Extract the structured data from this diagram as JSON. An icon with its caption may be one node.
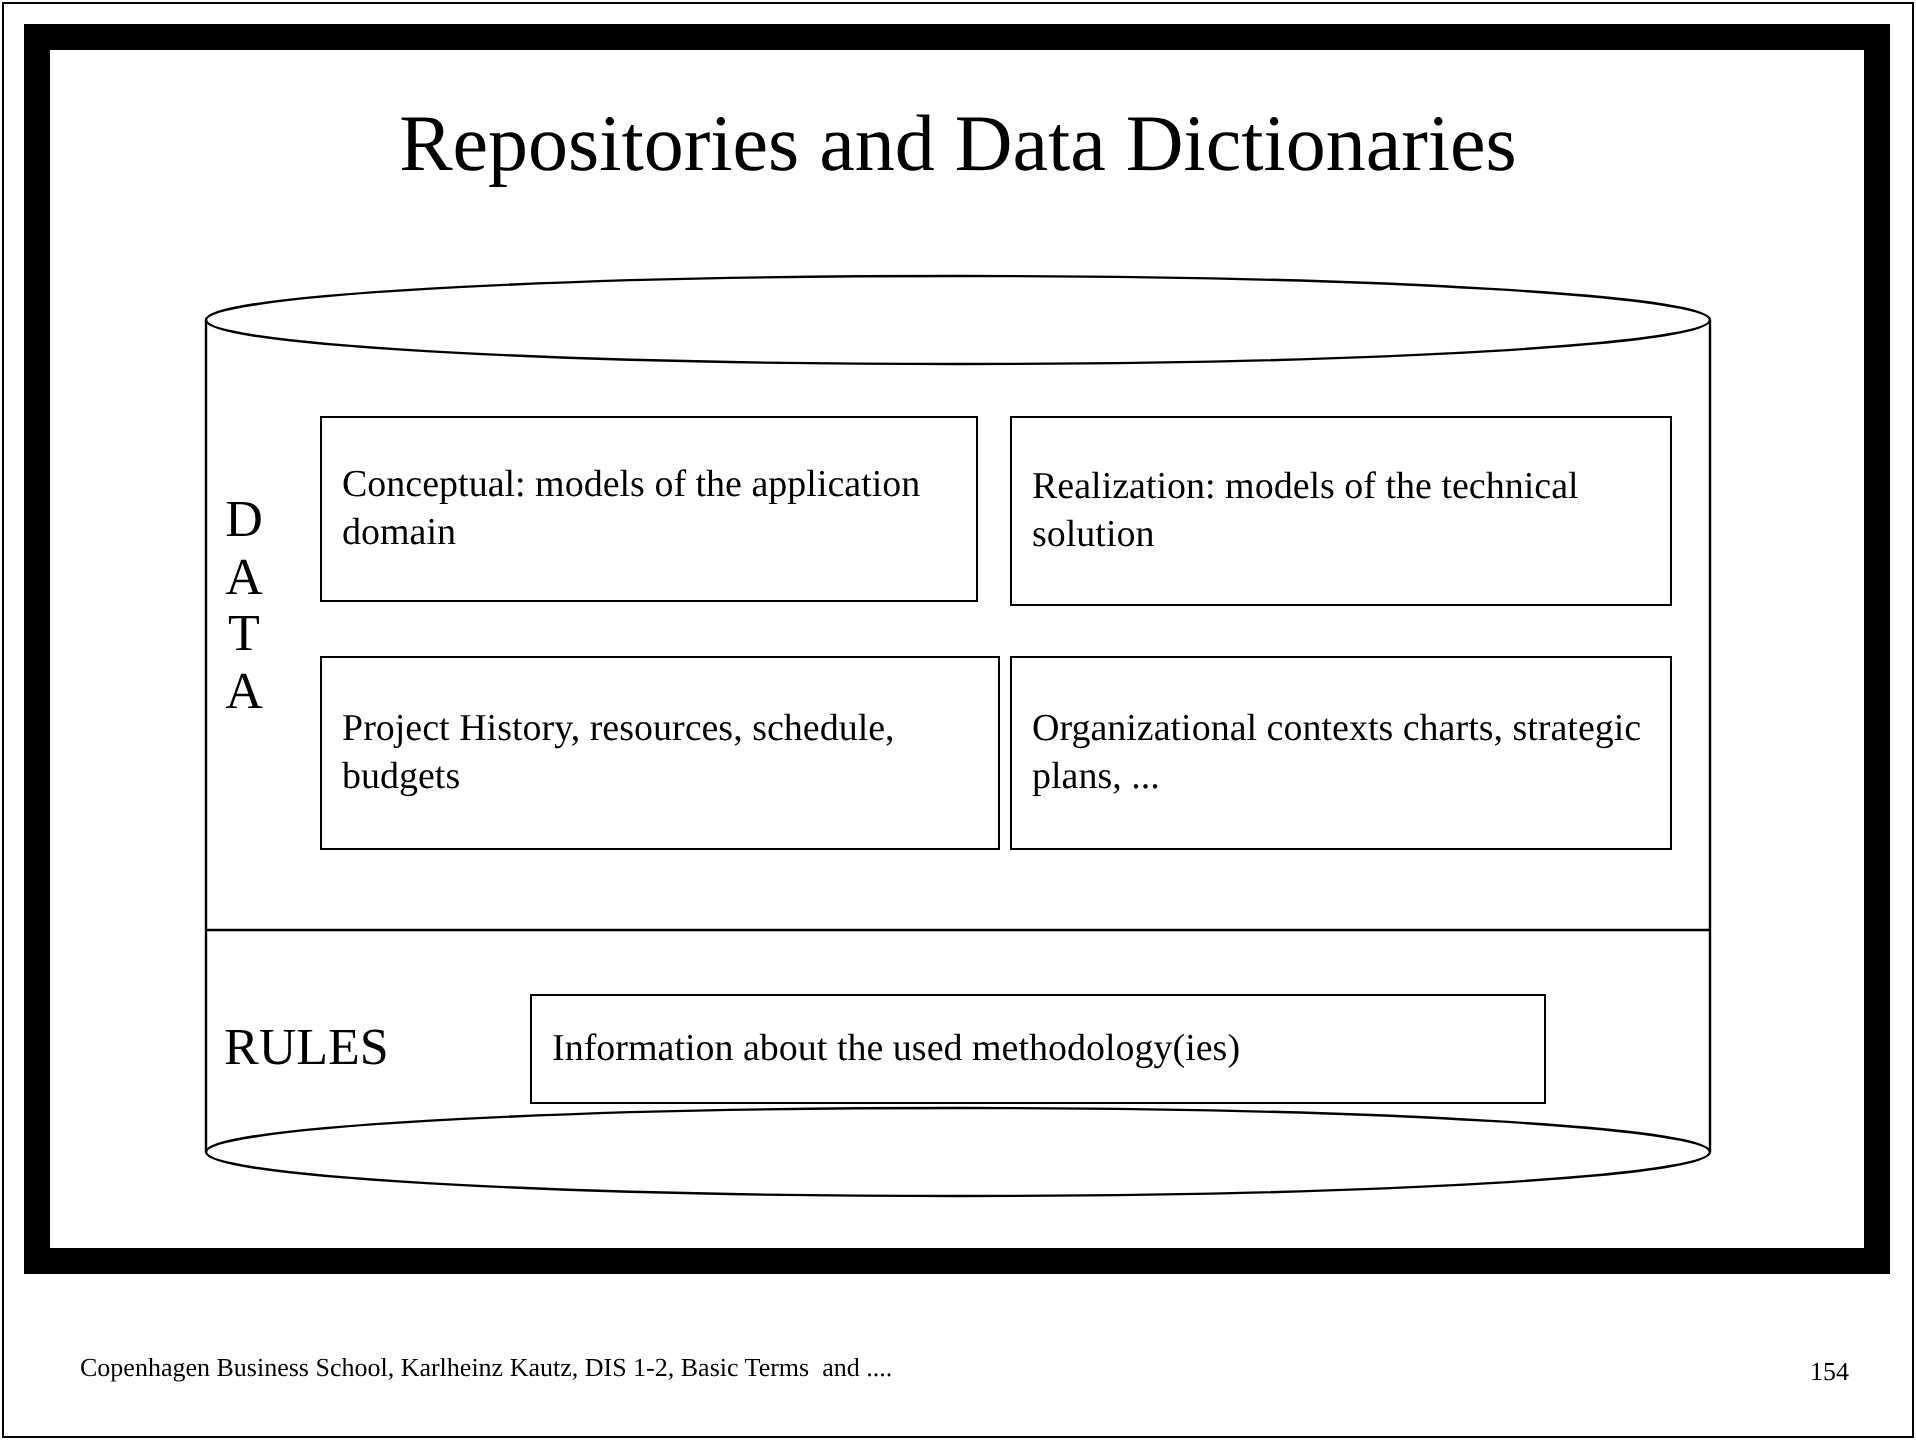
{
  "diagram": {
    "title": "Repositories and Data Dictionaries",
    "nodes": [
      {
        "text": [],
        "shape": "cylinder"
      },
      {
        "text": [
          "Conceptual: models of the application domain"
        ],
        "in": 0
      },
      {
        "text": [
          "Realization: models of the technical solution"
        ],
        "in": 0
      },
      {
        "text": [
          "Project History, resources, schedule, budgets"
        ],
        "in": 0
      },
      {
        "text": [
          "Organizational contexts charts, strategic plans, ..."
        ],
        "in": 0
      },
      {
        "text": [
          "Information about the used methodology(ies)"
        ],
        "in": 0
      }
    ],
    "labels": [
      "DATA",
      "RULES",
      "Copenhagen Business School, Karlheinz Kautz, DIS 1-2, Basic Terms  and ....",
      "154"
    ]
  }
}
